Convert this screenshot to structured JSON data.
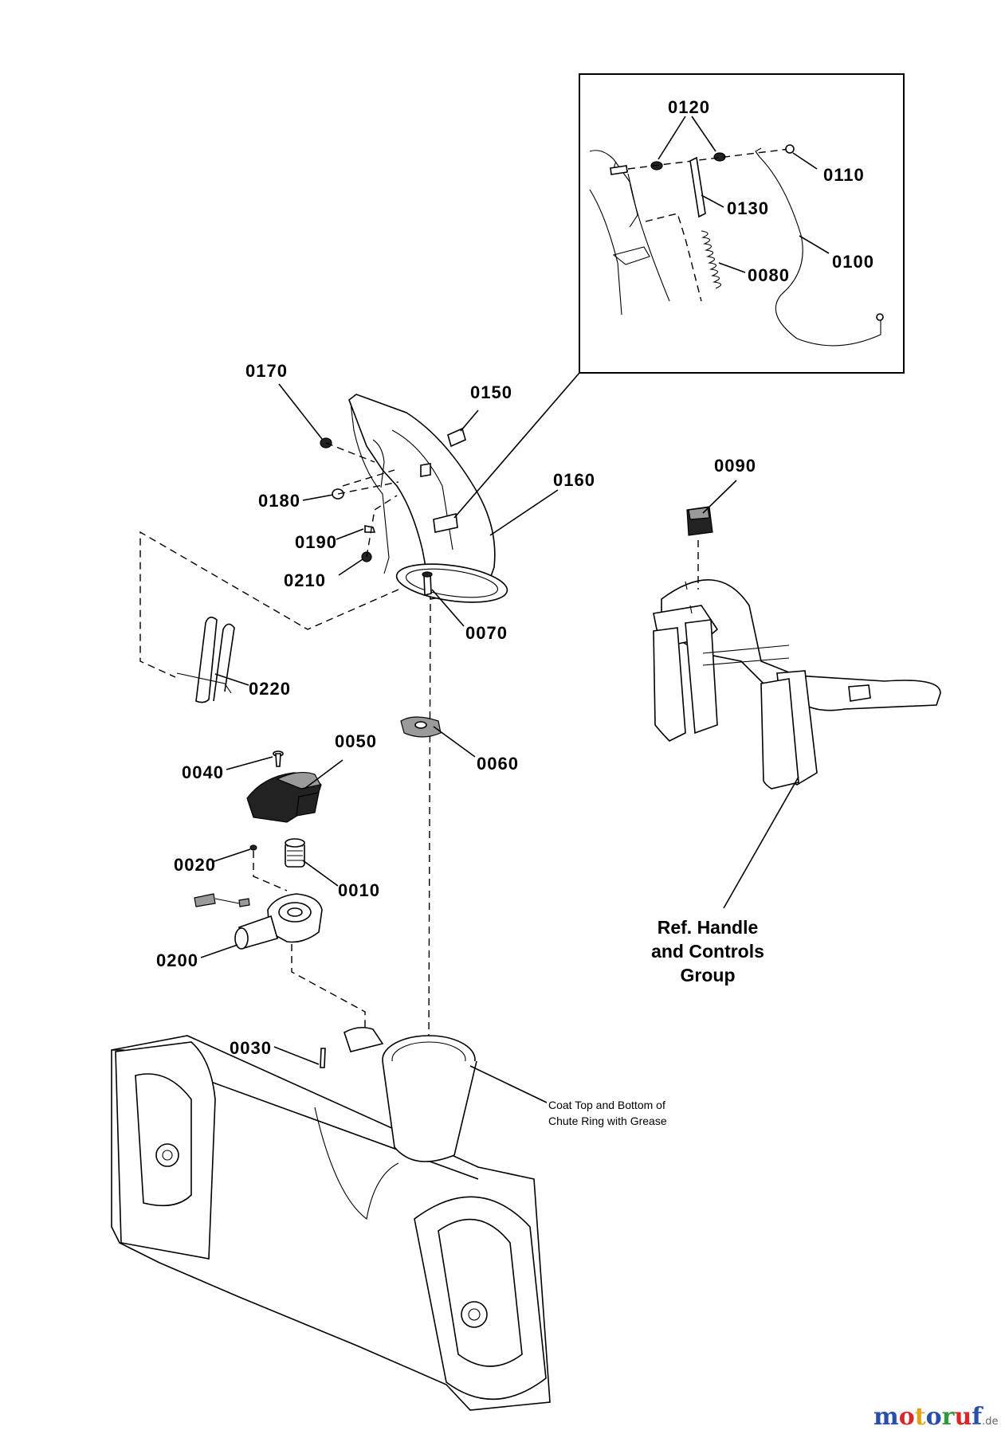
{
  "part_labels": {
    "p0120": "0120",
    "p0110": "0110",
    "p0130": "0130",
    "p0100": "0100",
    "p0080": "0080",
    "p0170": "0170",
    "p0150": "0150",
    "p0160": "0160",
    "p0180": "0180",
    "p0190": "0190",
    "p0210": "0210",
    "p0070": "0070",
    "p0090": "0090",
    "p0220": "0220",
    "p0050": "0050",
    "p0040": "0040",
    "p0060": "0060",
    "p0020": "0020",
    "p0010": "0010",
    "p0200": "0200",
    "p0030": "0030"
  },
  "reference_note": {
    "line1": "Ref. Handle",
    "line2": "and Controls",
    "line3": "Group"
  },
  "grease_note": {
    "line1": "Coat Top and Bottom of",
    "line2": "Chute Ring with Grease"
  },
  "watermark": {
    "m": "m",
    "o1": "o",
    "t": "t",
    "o2": "o",
    "r": "r",
    "u": "u",
    "f": "f",
    "suffix": ".de",
    "colors": {
      "m": "#2b4fa8",
      "o1": "#d8282b",
      "t": "#e0a41e",
      "o2": "#2b4fa8",
      "r": "#2f9a3c",
      "u": "#d8282b",
      "f": "#2b4fa8"
    }
  }
}
